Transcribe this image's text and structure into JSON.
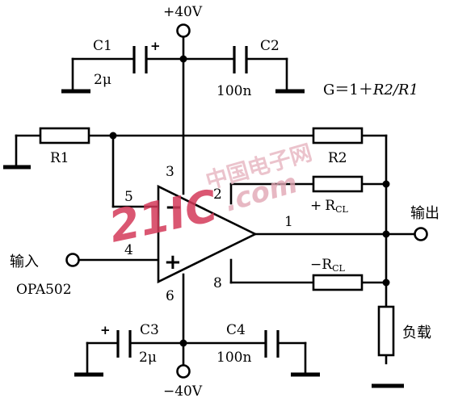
{
  "supply": {
    "positive": "+40V",
    "negative": "−40V"
  },
  "capacitors": {
    "c1": {
      "name": "C1",
      "value": "2μ",
      "polarity": "+"
    },
    "c2": {
      "name": "C2",
      "value": "100n"
    },
    "c3": {
      "name": "C3",
      "value": "2μ",
      "polarity": "+"
    },
    "c4": {
      "name": "C4",
      "value": "100n"
    }
  },
  "resistors": {
    "r1": "R1",
    "r2": "R2",
    "rcl_pos": {
      "sign": "+",
      "name": "R",
      "sub": "CL"
    },
    "rcl_neg": {
      "sign": "−",
      "name": "R",
      "sub": "CL"
    },
    "load": "负载"
  },
  "gain": {
    "prefix": "G＝1＋",
    "term": "R2/R1"
  },
  "opamp": {
    "part": "OPA502",
    "inverting_sign": "−",
    "noninverting_sign": "+",
    "pins": {
      "p1": "1",
      "p2": "2",
      "p3": "3",
      "p4": "4",
      "p5": "5",
      "p6": "6",
      "p8": "8"
    }
  },
  "io": {
    "input": "输入",
    "output": "输出"
  },
  "watermark": {
    "cn": "中国电子网",
    "big": "21IC",
    "com": ".com"
  }
}
